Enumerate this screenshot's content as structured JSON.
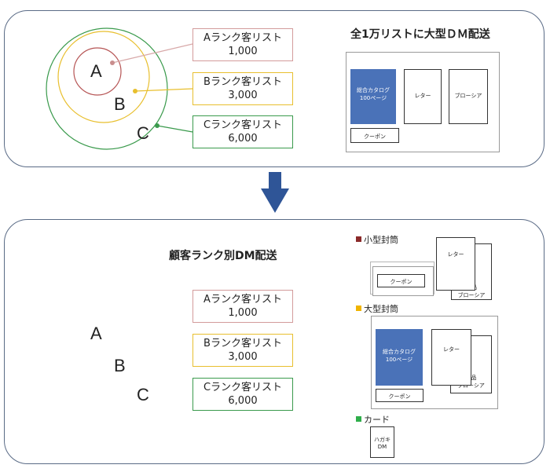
{
  "top": {
    "title": "全1万リストに大型ＤＭ配送",
    "circle_labels": [
      "A",
      "B",
      "C"
    ],
    "lists": [
      {
        "label": "Aランク客リスト",
        "count": "1,000",
        "color": "#c98e8e"
      },
      {
        "label": "Bランク客リスト",
        "count": "3,000",
        "color": "#e8bf2e"
      },
      {
        "label": "Cランク客リスト",
        "count": "6,000",
        "color": "#3a9a4c"
      }
    ],
    "envelope": {
      "catalog": "総合カタログ\n100ページ",
      "letter": "レター",
      "brochure": "ブローシア",
      "coupon": "クーポン"
    }
  },
  "arrow_color": "#2f5597",
  "bottom": {
    "title": "顧客ランク別DM配送",
    "circle_labels": [
      "A",
      "B",
      "C"
    ],
    "lists": [
      {
        "label": "Aランク客リスト",
        "count": "1,000"
      },
      {
        "label": "Bランク客リスト",
        "count": "3,000"
      },
      {
        "label": "Cランク客リスト",
        "count": "6,000"
      }
    ],
    "small_envelope": {
      "legend": "小型封筒",
      "legend_color": "#8b2a2a",
      "coupon": "クーポン",
      "letter": "レター",
      "brochure": "単品\nブローシア"
    },
    "large_envelope": {
      "legend": "大型封筒",
      "legend_color": "#f0b400",
      "catalog": "総合カタログ\n100ページ",
      "letter": "レター",
      "brochure": "単品\nブローシア",
      "coupon": "クーポン"
    },
    "card": {
      "legend": "カード",
      "legend_color": "#2fae4a",
      "text": "ハガキ\nDM"
    }
  }
}
